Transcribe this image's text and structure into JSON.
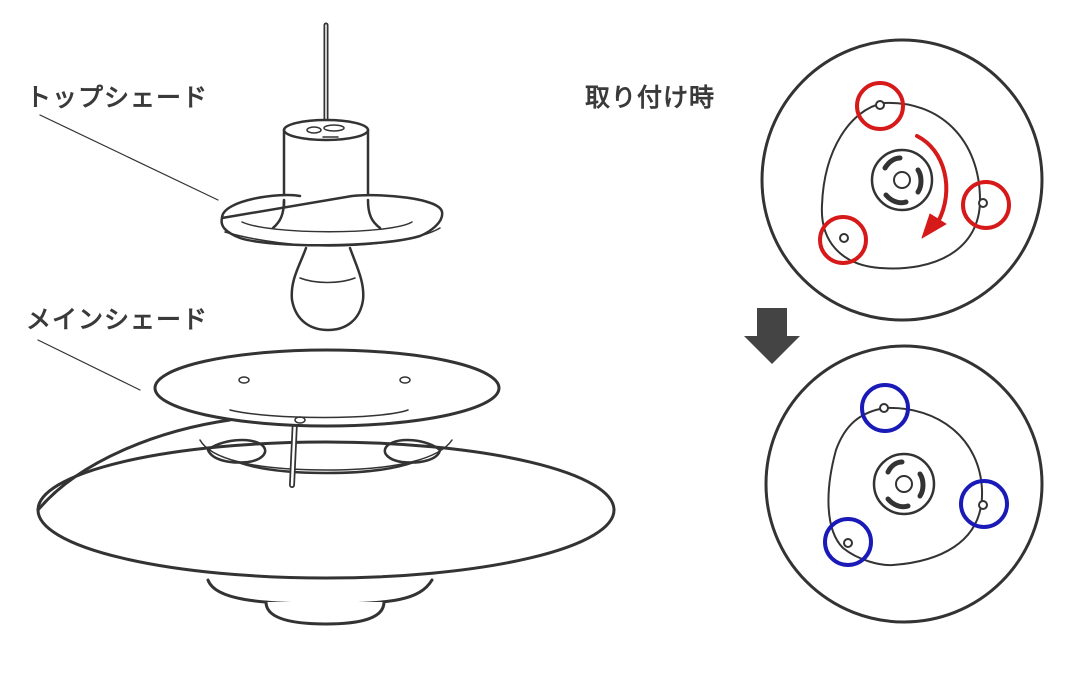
{
  "labels": {
    "top_shade": "トップシェード",
    "main_shade": "メインシェード",
    "attach_time": "取り付け時"
  },
  "icons": {
    "rotation_arrow": "clockwise-arrow-icon",
    "step_arrow": "down-arrow-icon"
  },
  "colors": {
    "line": "#333333",
    "highlight_before": "#d61a1a",
    "highlight_after": "#1a1ab8",
    "arrow": "#444444",
    "text": "#3a3a3a"
  },
  "diagram": {
    "panels": [
      {
        "name": "before-attach",
        "highlight_color": "red",
        "markers": 3,
        "rotation": "clockwise"
      },
      {
        "name": "after-attach",
        "highlight_color": "blue",
        "markers": 3
      }
    ]
  }
}
